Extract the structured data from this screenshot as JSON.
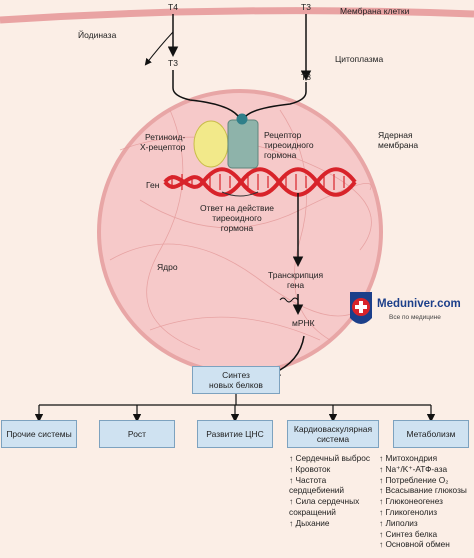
{
  "labels": {
    "t4": "T4",
    "t3_top": "T3",
    "cell_membrane": "Мембрана клетки",
    "iodinase": "Йодиназа",
    "t3_inner_left": "T3",
    "t3_inner_right": "T3",
    "cytoplasm": "Цитоплазма",
    "retinoid_receptor": [
      "Ретиноид-",
      "X-рецептор"
    ],
    "thyroid_receptor": [
      "Рецептор",
      "тиреоидного",
      "гормона"
    ],
    "nuclear_membrane": [
      "Ядерная",
      "мембрана"
    ],
    "gene": "Ген",
    "response": [
      "Ответ на действие",
      "тиреоидного",
      "гормона"
    ],
    "nucleus": "Ядро",
    "transcription": [
      "Транскрипция",
      "гена"
    ],
    "mrna": "мРНК",
    "protein_synthesis": [
      "Синтез",
      "новых белков"
    ]
  },
  "effects": [
    {
      "label": [
        "Прочие системы"
      ]
    },
    {
      "label": [
        "Рост"
      ]
    },
    {
      "label": [
        "Развитие ЦНС"
      ]
    },
    {
      "label": [
        "Кардиоваскулярная",
        "система"
      ]
    },
    {
      "label": [
        "Метаболизм"
      ]
    }
  ],
  "cardio_list": [
    "↑ Сердечный выброс",
    "↑ Кровоток",
    "↑ Частота",
    "   сердцебиений",
    "↑ Сила сердечных",
    "   сокращений",
    "↑ Дыхание"
  ],
  "metabolism_list": [
    "↑ Митохондрия",
    "↑ Na⁺/K⁺-АТФ-аза",
    "↑ Потребление O₂",
    "↑ Всасывание глюкозы",
    "↑ Глюконеогенез",
    "↑ Гликогенолиз",
    "↑ Липолиз",
    "↑ Синтез белка",
    "↑ Основной обмен"
  ],
  "watermark": {
    "title": "Meduniver.com",
    "subtitle": "Все по медицине"
  },
  "colors": {
    "background": "#fbeee6",
    "nucleus": "#f6c9c9",
    "box": "#cfe2f1",
    "dna": "#d8232a",
    "brand": "#1c3f8a",
    "retinoid": "#f2e98a",
    "receptor": "#8eb3aa"
  }
}
